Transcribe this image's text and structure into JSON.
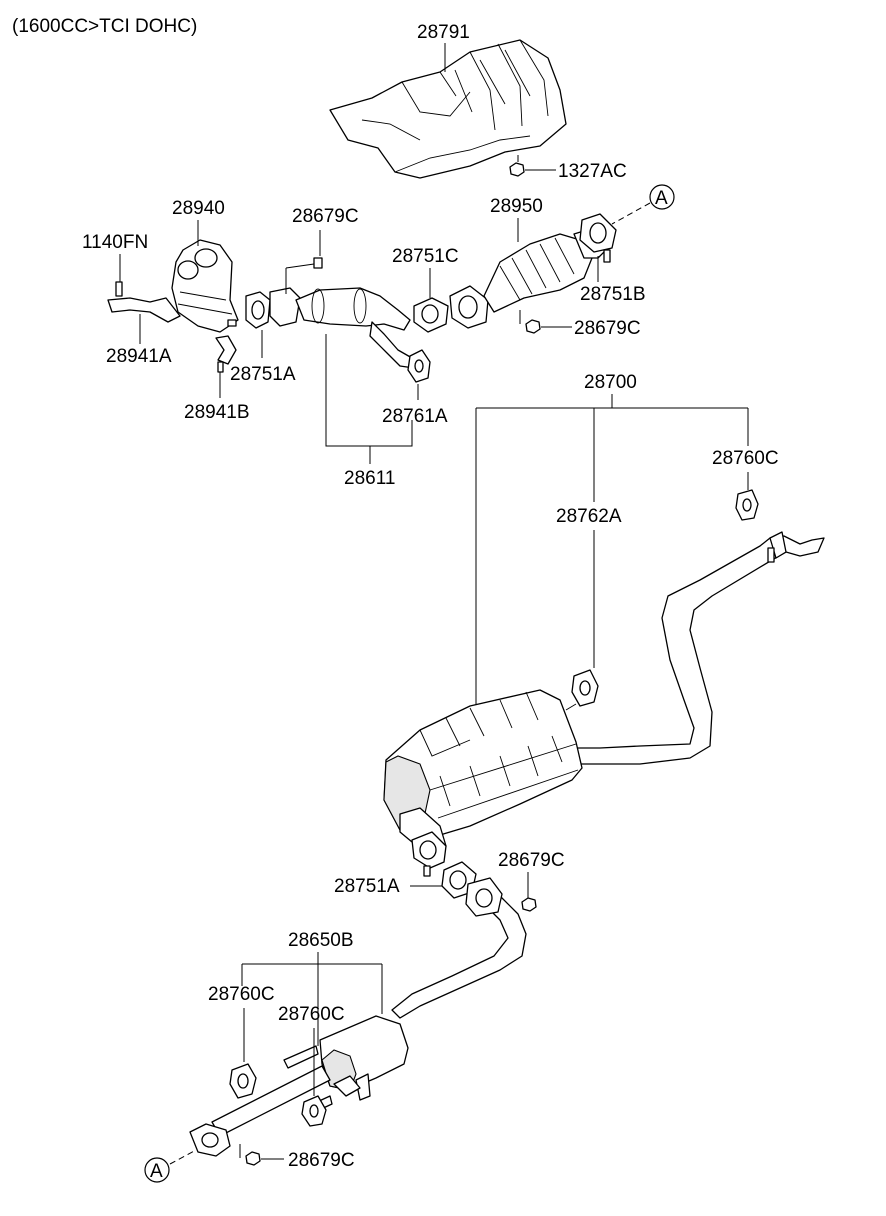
{
  "header": {
    "engine_note": "(1600CC>TCI DOHC)"
  },
  "callouts": {
    "c28791": "28791",
    "c1327AC": "1327AC",
    "c28940": "28940",
    "c1140FN": "1140FN",
    "c28941A": "28941A",
    "c28941B": "28941B",
    "c28679C_top": "28679C",
    "c28751A_top": "28751A",
    "c28751C": "28751C",
    "c28950": "28950",
    "c28751B": "28751B",
    "c28679C_cat": "28679C",
    "c28761A": "28761A",
    "c28611": "28611",
    "c28700": "28700",
    "c28760C_rear": "28760C",
    "c28762A": "28762A",
    "c28751A_mid": "28751A",
    "c28679C_mid": "28679C",
    "c28650B": "28650B",
    "c28760C_left": "28760C",
    "c28760C_center": "28760C",
    "c28679C_bottom": "28679C"
  },
  "connectors": {
    "top": "A",
    "bottom": "A"
  },
  "icons": [
    "heat-shield",
    "exhaust-manifold",
    "front-pipe",
    "catalytic-converter",
    "gasket",
    "rubber-hanger",
    "main-muffler",
    "center-muffler",
    "nut",
    "bolt"
  ]
}
